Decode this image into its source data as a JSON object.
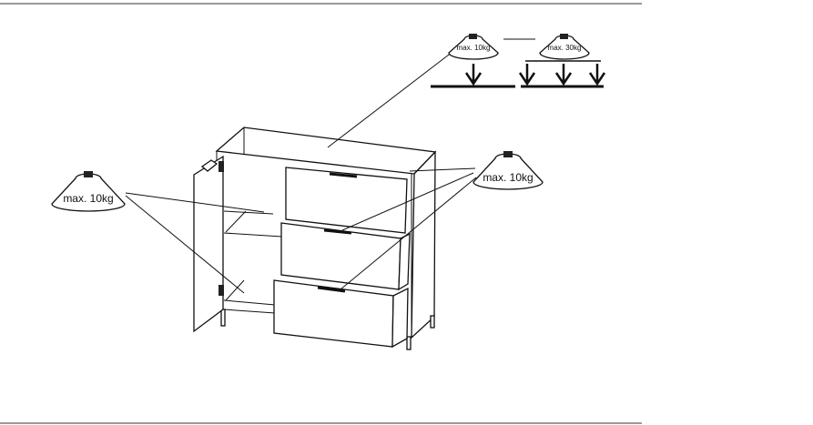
{
  "diagram": {
    "weight_labels": {
      "top_single": "max. 10kg",
      "top_distributed": "max. 30kg",
      "drawers": "max. 10kg",
      "shelves": "max. 10kg"
    },
    "line_color": "#111111"
  }
}
